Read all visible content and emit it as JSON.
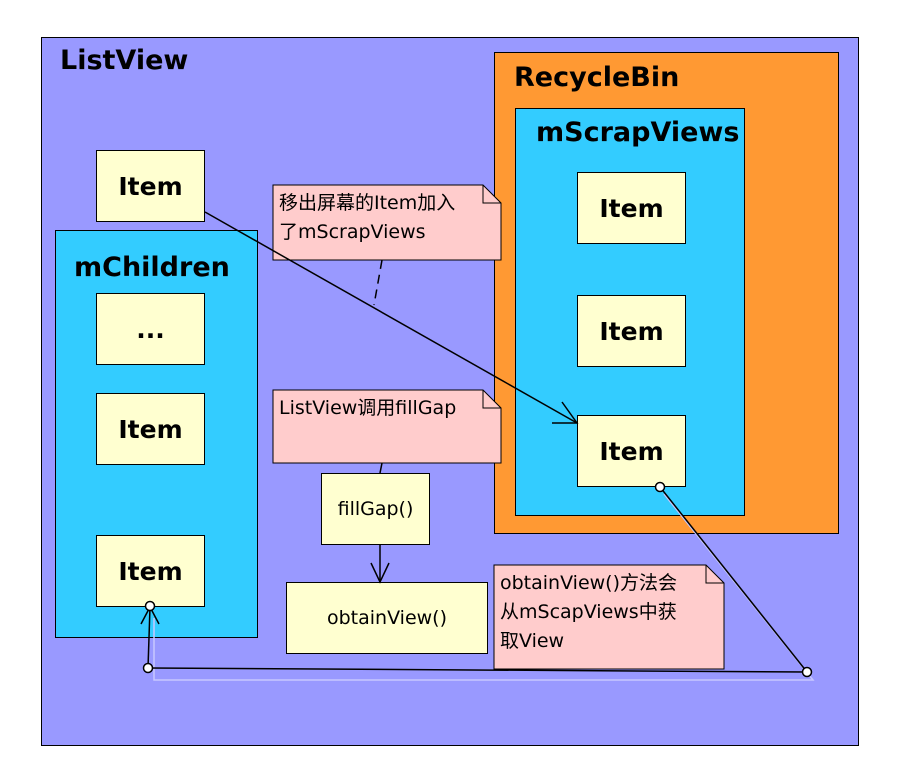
{
  "listview": {
    "title": "ListView",
    "fill": "#9999ff"
  },
  "recyclebin": {
    "title": "RecycleBin",
    "fill": "#ff9933"
  },
  "mscrapviews": {
    "title": "mScrapViews",
    "fill": "#33ccff",
    "items": [
      "Item",
      "Item",
      "Item"
    ]
  },
  "mchildren": {
    "title": "mChildren",
    "fill": "#33ccff",
    "items": [
      "...",
      "Item",
      "Item"
    ]
  },
  "removed_item": "Item",
  "notes": {
    "move_out": "移出屏幕的Item加入\n了mScrapViews",
    "fillgap_call": "ListView调用fillGap",
    "obtain_desc": "obtainView()方法会\n从mScapViews中获\n取View"
  },
  "functions": {
    "fillgap": "fillGap()",
    "obtainview": "obtainView()"
  },
  "colors": {
    "item_fill": "#ffffd0",
    "note_fill": "#ffcccc"
  }
}
